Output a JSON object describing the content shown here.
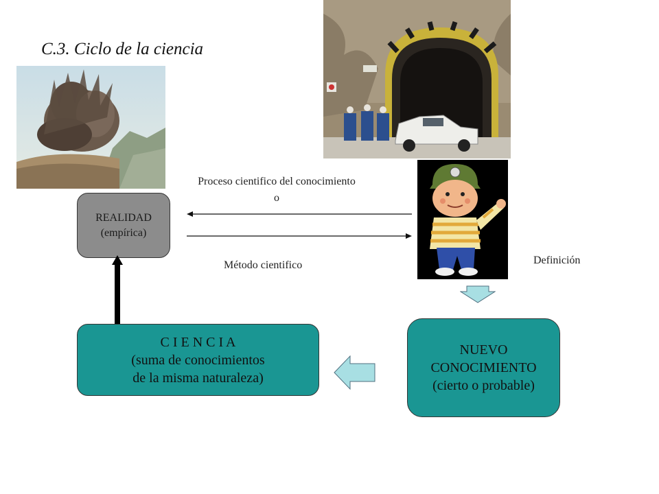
{
  "slide": {
    "title": "C.3. Ciclo de la  ciencia",
    "process_label_line1": "Proceso cientifico del conocimiento",
    "process_label_line2": "o",
    "method_label": "Método cientifico",
    "definition_label": "Definición"
  },
  "boxes": {
    "realidad": {
      "line1": "REALIDAD",
      "line2": "(empírica)"
    },
    "ciencia": {
      "line1": "C I E N C I A",
      "line2": "(suma de conocimientos",
      "line3": "de la misma naturaleza)"
    },
    "nuevo": {
      "line1": "NUEVO",
      "line2": "CONOCIMIENTO",
      "line3": "(cierto o probable)"
    }
  },
  "images": {
    "explosion": "explosion-photo",
    "tunnel": "mine-tunnel-photo",
    "cartoon": "cartoon-miner-boy"
  },
  "colors": {
    "teal_box": "#1a9693",
    "grey_box": "#8c8c8c",
    "block_arrow": "#a8dfe3"
  }
}
